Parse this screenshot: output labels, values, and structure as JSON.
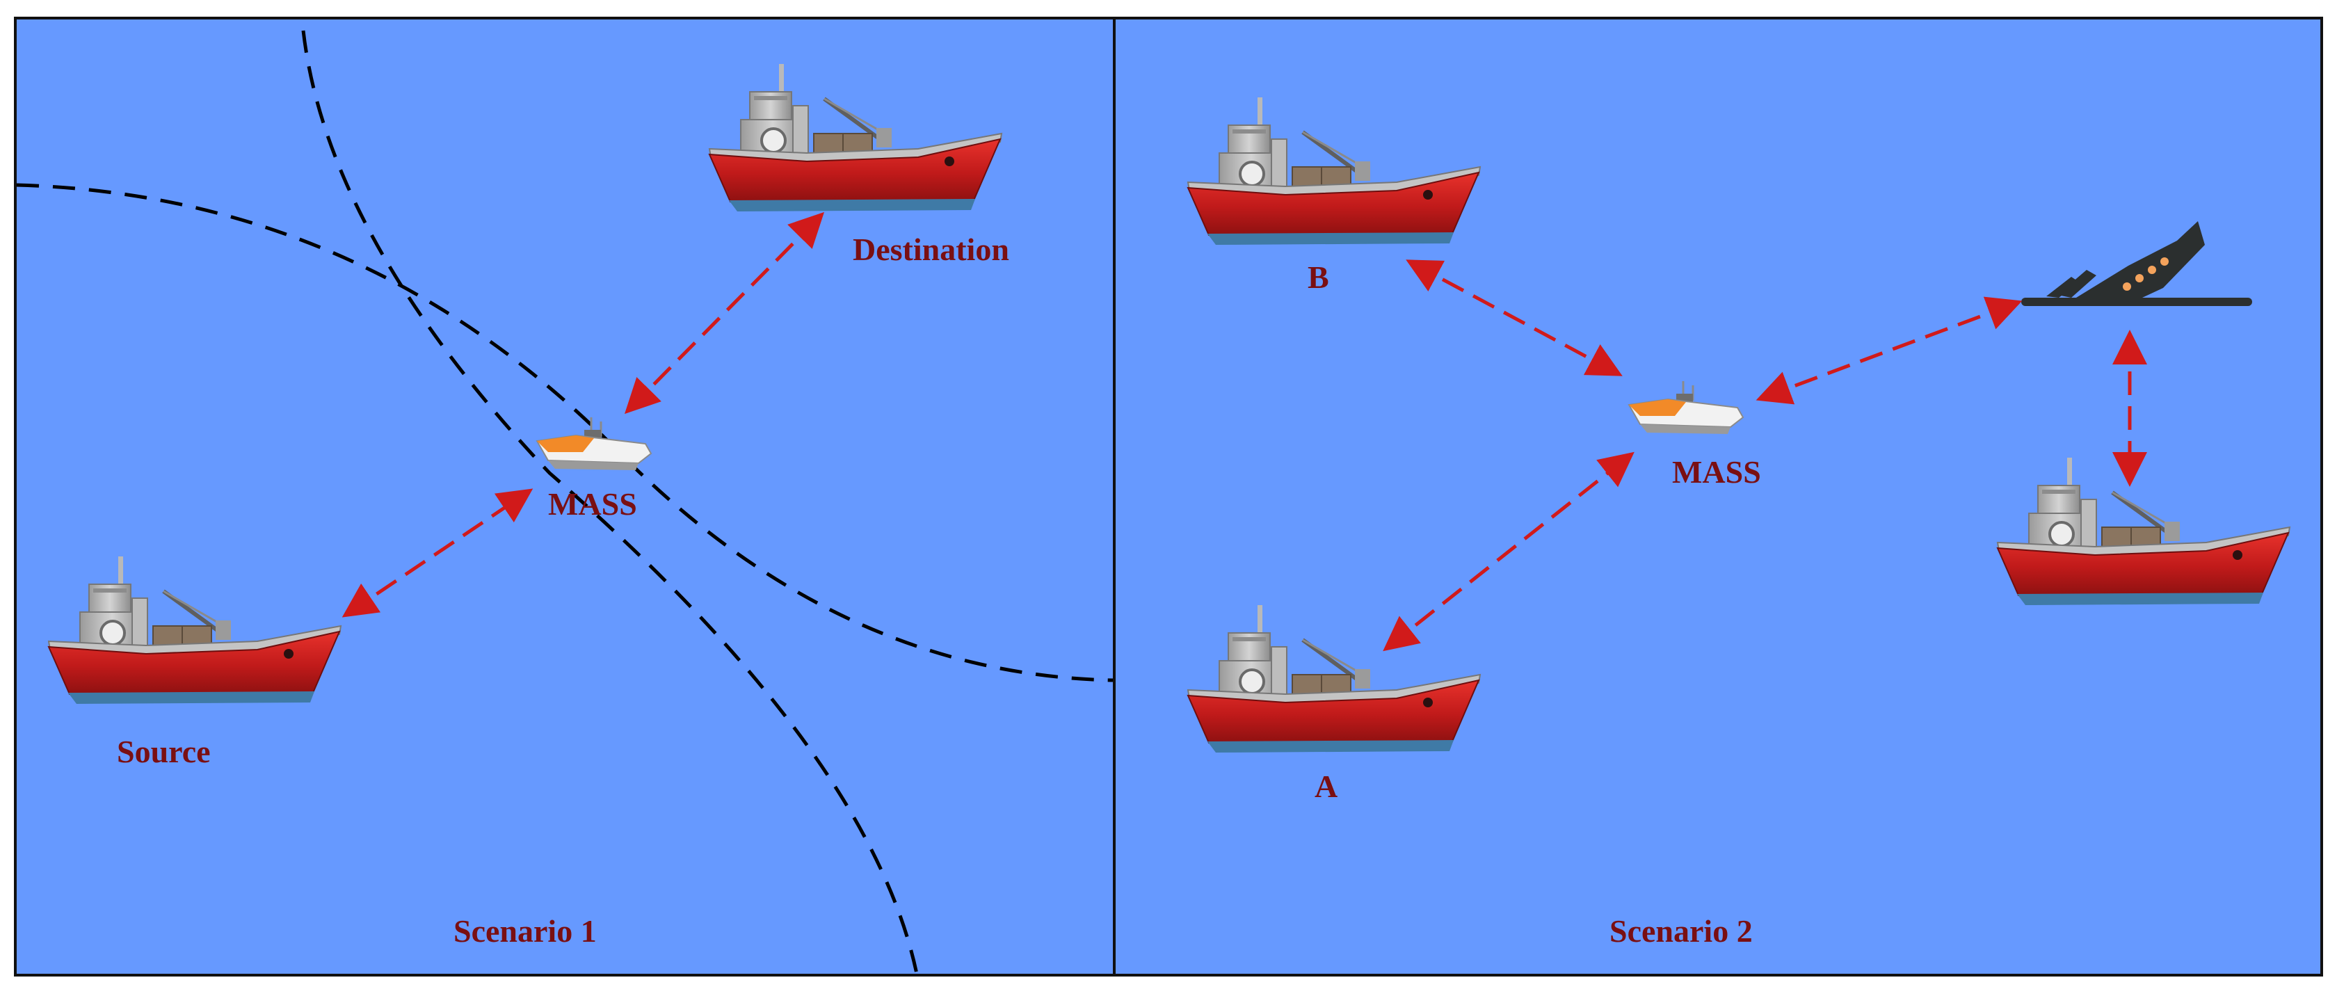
{
  "scenario1": {
    "title": "Scenario 1",
    "labels": {
      "destination": "Destination",
      "mass": "MASS",
      "source": "Source"
    }
  },
  "scenario2": {
    "title": "Scenario 2",
    "labels": {
      "b": "B",
      "mass": "MASS",
      "a": "A"
    }
  },
  "colors": {
    "sea": "#6699ff",
    "arrow": "#d11a1a",
    "label": "#7a0f12",
    "hull": "#cc1f1f",
    "range_line": "#000000",
    "wreck": "#2b2f2f"
  },
  "icons": [
    "cargo-ship-icon",
    "autonomous-vessel-icon",
    "sinking-ship-icon"
  ]
}
